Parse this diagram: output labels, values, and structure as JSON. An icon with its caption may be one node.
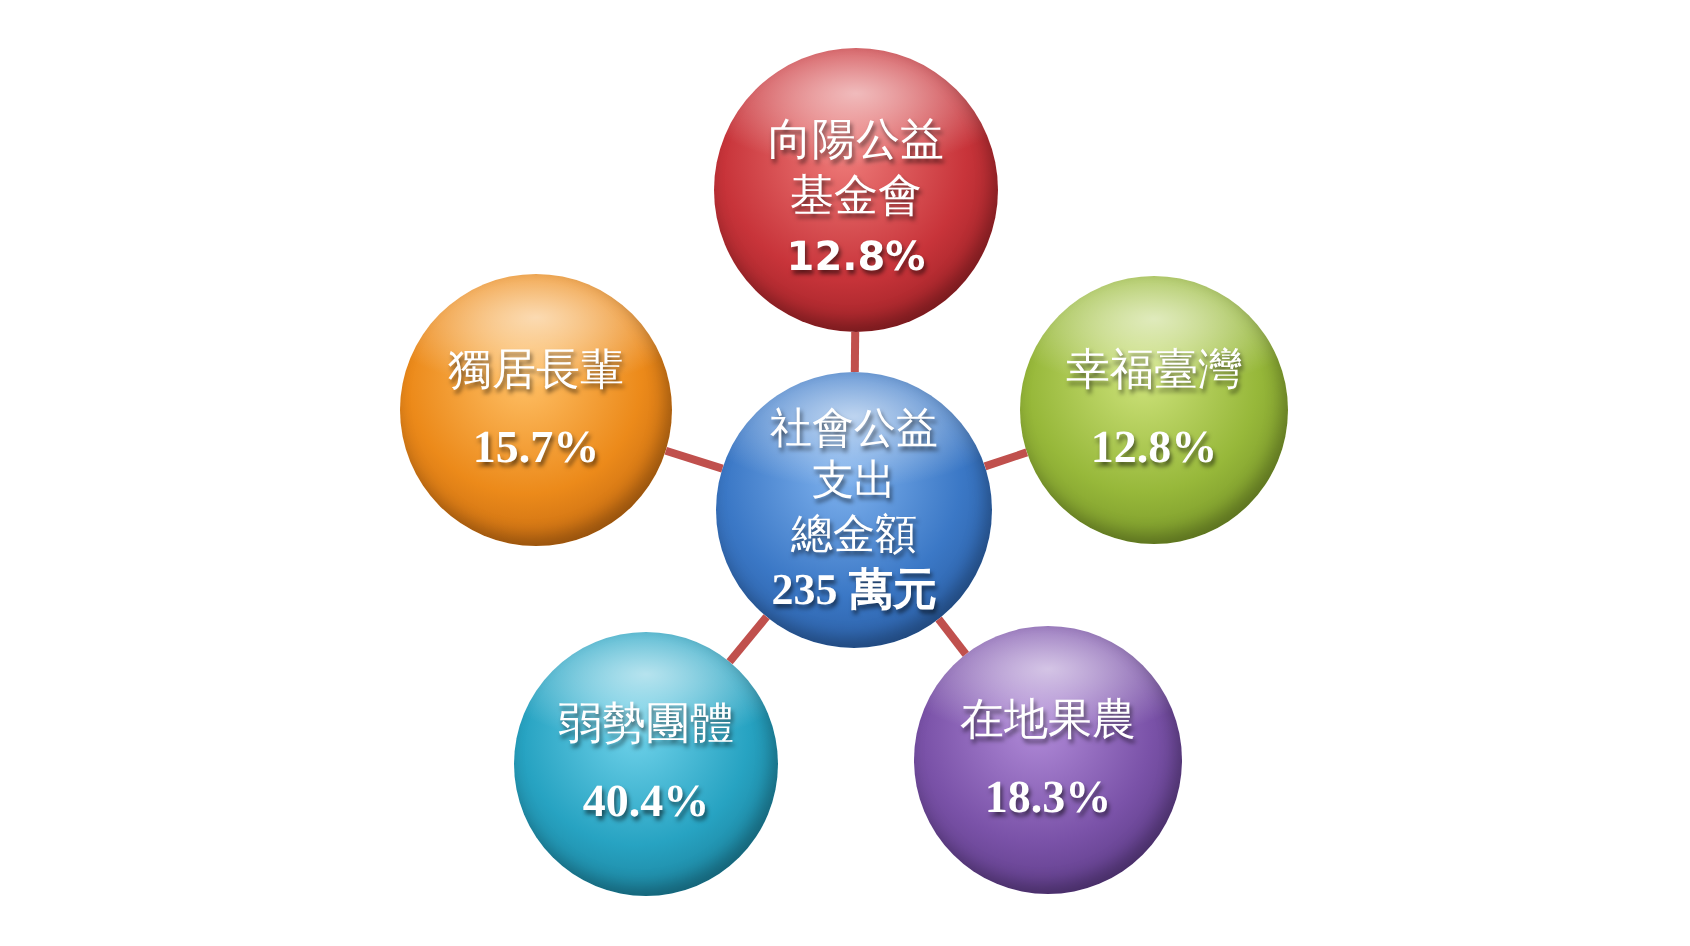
{
  "diagram": {
    "nodes": [
      {
        "text": [
          "向陽公益基金會",
          "12.8%"
        ]
      },
      {
        "text": [
          "獨居長輩",
          "15.7%"
        ]
      },
      {
        "text": [
          "社會公益支出",
          "總金額",
          "235 萬元"
        ]
      },
      {
        "text": [
          "幸福臺灣",
          "12.8%"
        ]
      },
      {
        "text": [
          "弱勢團體",
          "40.4%"
        ]
      },
      {
        "text": [
          "在地果農",
          "18.3%"
        ]
      }
    ],
    "edges": [
      {
        "from": 2,
        "to": 0,
        "arrow": "none"
      },
      {
        "from": 2,
        "to": 1,
        "arrow": "none"
      },
      {
        "from": 2,
        "to": 3,
        "arrow": "none"
      },
      {
        "from": 2,
        "to": 4,
        "arrow": "none"
      },
      {
        "from": 2,
        "to": 5,
        "arrow": "none"
      }
    ]
  }
}
